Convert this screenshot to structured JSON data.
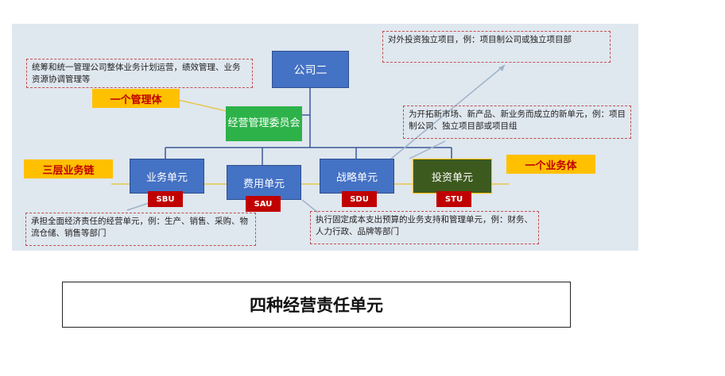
{
  "diagram": {
    "top_node": "公司二",
    "committee": "经营管理委员会",
    "units": [
      {
        "label": "业务单元",
        "tag": "SBU"
      },
      {
        "label": "费用单元",
        "tag": "SAU"
      },
      {
        "label": "战略单元",
        "tag": "SDU"
      },
      {
        "label": "投资单元",
        "tag": "STU"
      }
    ],
    "callouts": {
      "management_body": "一个管理体",
      "three_layer_chain": "三层业务链",
      "business_body": "一个业务体"
    },
    "notes": {
      "committee_note": "统筹和统一管理公司整体业务计划运营，绩效管理、业务资源协调管理等",
      "investment_note": "对外投资独立项目，例：项目制公司或独立项目部",
      "strategy_note": "为开拓新市场、新产品、新业务而成立的新单元，例：项目制公司、独立项目部或项目组",
      "business_note": "承担全面经济责任的经营单元，例：生产、销售、采购、物流仓储、销售等部门",
      "expense_note": "执行固定成本支出预算的业务支持和管理单元，例：财务、人力行政、品牌等部门"
    },
    "colors": {
      "unit_blue": "#4472c4",
      "committee_green": "#2db24a",
      "investment_green": "#3d5a1e",
      "tag_red": "#c00000",
      "callout_yellow": "#ffc000"
    }
  },
  "caption": "四种经营责任单元"
}
